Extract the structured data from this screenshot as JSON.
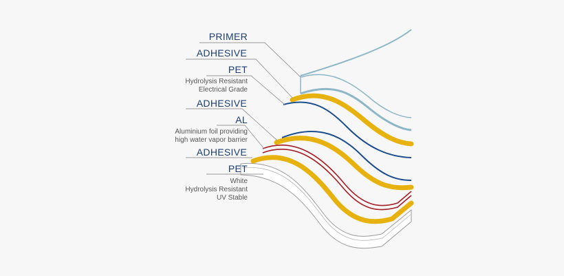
{
  "layers": [
    {
      "id": "primer",
      "title": "PRIMER",
      "description": []
    },
    {
      "id": "adhesive-1",
      "title": "ADHESIVE",
      "description": []
    },
    {
      "id": "pet-1",
      "title": "PET",
      "description": [
        "Hydrolysis Resistant",
        "Electrical Grade"
      ]
    },
    {
      "id": "adhesive-2",
      "title": "ADHESIVE",
      "description": []
    },
    {
      "id": "al",
      "title": "AL",
      "description": [
        "Aluminium foil providing",
        "high water vapor barrier"
      ]
    },
    {
      "id": "adhesive-3",
      "title": "ADHESIVE",
      "description": []
    },
    {
      "id": "pet-2",
      "title": "PET",
      "description": [
        "White",
        "Hydrolysis Resistant",
        "UV Stable"
      ]
    }
  ],
  "colors": {
    "background": "#f7f7f7",
    "label_title": "#1b3e73",
    "label_description": "#555555",
    "leader_line": "#9a9a9a",
    "primer": "#8db6c6",
    "adhesive": "#e8b20e",
    "pet_blue": "#1c4d8c",
    "aluminium": "#a51d24",
    "pet_white": "#ffffff",
    "pet_white_edge": "#9a9a9a"
  }
}
